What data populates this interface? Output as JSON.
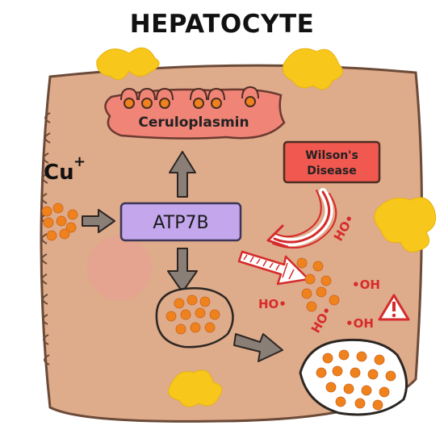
{
  "title": "HEPATOCYTE",
  "labels": {
    "ceruloplasmin": "Ceruloplasmin",
    "atp7b": "ATP7B",
    "wilsons_line1": "Wilson's",
    "wilsons_line2": "Disease",
    "copper_ion": "Cu",
    "copper_charge": "+"
  },
  "radicals": [
    "HO•",
    "•OH",
    "HO•",
    "HO•",
    "•OH"
  ],
  "colors": {
    "cell_fill": "#deab8b",
    "cell_stroke": "#6b4a38",
    "copper": "#f0821e",
    "atp7b_box": "#c3a6ec",
    "ceruloplasmin_fill": "#f08477",
    "wilsons_fill": "#f1584f",
    "radical_red": "#d62b2b",
    "kupffer_yellow": "#f7c81b",
    "arrow_gray": "#8a7f76"
  },
  "icons": [
    "warning-triangle-icon",
    "copper-ion-dot-icon"
  ]
}
